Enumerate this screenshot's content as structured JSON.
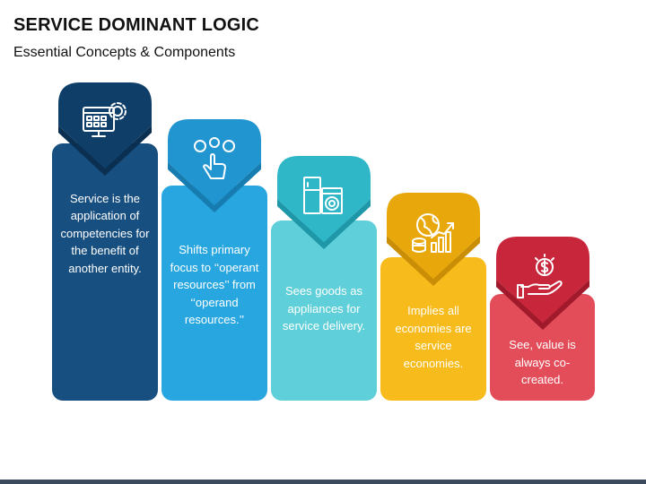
{
  "header": {
    "title": "SERVICE DOMINANT LOGIC",
    "subtitle": "Essential Concepts & Components"
  },
  "steps": [
    {
      "text": "Service is the application of competencies for the benefit of another entity.",
      "icon": "computer-settings-icon",
      "card_color": "#174f80",
      "badge_color": "#0f3f69",
      "fold_color": "#0a2f50"
    },
    {
      "text": "Shifts primary focus to ‘‘operant resources’’ from ‘‘operand resources.’’",
      "icon": "hand-tap-options-icon",
      "card_color": "#28a6e0",
      "badge_color": "#2195d0",
      "fold_color": "#177cb0"
    },
    {
      "text": "Sees goods as appliances for service delivery.",
      "icon": "appliances-icon",
      "card_color": "#5fcfd9",
      "badge_color": "#2fb7c7",
      "fold_color": "#1e98a8"
    },
    {
      "text": "Implies all economies are service economies.",
      "icon": "global-economy-icon",
      "card_color": "#f7bb1b",
      "badge_color": "#e8a80c",
      "fold_color": "#c98e06"
    },
    {
      "text": "See, value is always co-created.",
      "icon": "hand-money-icon",
      "card_color": "#e34d5a",
      "badge_color": "#c8263b",
      "fold_color": "#a11a2c"
    }
  ]
}
